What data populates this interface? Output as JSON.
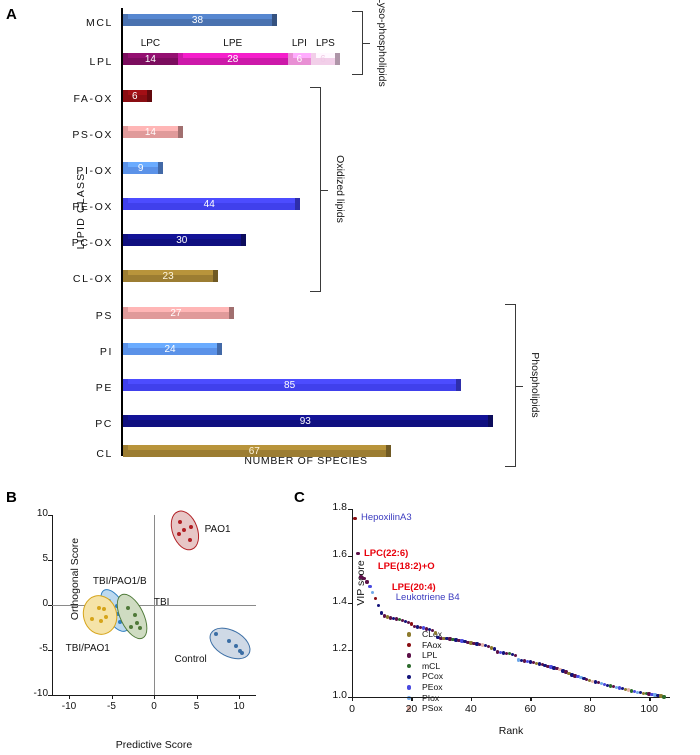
{
  "panels": {
    "a": {
      "letter": "A",
      "ylabel": "LIPID CLASS",
      "xlabel": "NUMBER OF SPECIES"
    },
    "b": {
      "letter": "B",
      "ylabel": "Orthogonal Score",
      "xlabel": "Predictive Score"
    },
    "c": {
      "letter": "C",
      "ylabel": "VIP score",
      "xlabel": "Rank"
    }
  },
  "chart_data": [
    {
      "type": "bar",
      "panel": "A",
      "orientation": "horizontal",
      "title": "",
      "xlabel": "NUMBER OF SPECIES",
      "ylabel": "LIPID CLASS",
      "xlim": [
        0,
        100
      ],
      "grid": false,
      "categories": [
        "MCL",
        "LPL",
        "FA-OX",
        "PS-OX",
        "PI-OX",
        "PE-OX",
        "PC-OX",
        "CL-OX",
        "PS",
        "PI",
        "PE",
        "PC",
        "CL"
      ],
      "values": [
        38,
        54,
        6,
        14,
        9,
        44,
        30,
        23,
        27,
        24,
        85,
        93,
        67
      ],
      "bars": [
        {
          "label": "MCL",
          "value": 38,
          "color": "#4a72b0"
        },
        {
          "label": "LPL",
          "value": 54,
          "stacked": true,
          "segments": [
            {
              "label": "LPC",
              "value": 14,
              "color": "#7b0d5e"
            },
            {
              "label": "LPE",
              "value": 28,
              "color": "#cc19a9"
            },
            {
              "label": "LPI",
              "value": 6,
              "color": "#e88fd4"
            },
            {
              "label": "LPS",
              "value": 6,
              "color": "#f2cfe9"
            }
          ]
        },
        {
          "label": "FA-OX",
          "value": 6,
          "color": "#8a0d12"
        },
        {
          "label": "PS-OX",
          "value": 14,
          "color": "#e09a9a"
        },
        {
          "label": "PI-OX",
          "value": 9,
          "color": "#5b92e8"
        },
        {
          "label": "PE-OX",
          "value": 44,
          "color": "#4040ec"
        },
        {
          "label": "PC-OX",
          "value": 30,
          "color": "#101080"
        },
        {
          "label": "CL-OX",
          "value": 23,
          "color": "#9c7d32"
        },
        {
          "label": "PS",
          "value": 27,
          "color": "#e09a9a"
        },
        {
          "label": "PI",
          "value": 24,
          "color": "#5b92e8"
        },
        {
          "label": "PE",
          "value": 85,
          "color": "#4040ec"
        },
        {
          "label": "PC",
          "value": 93,
          "color": "#101080"
        },
        {
          "label": "CL",
          "value": 67,
          "color": "#9c7d32"
        }
      ],
      "brackets": [
        {
          "label": "Lyso-phospholipids",
          "from": "MCL",
          "to": "LPL"
        },
        {
          "label": "Oxidized lipids",
          "from": "FA-OX",
          "to": "CL-OX"
        },
        {
          "label": "Phospholipids",
          "from": "PS",
          "to": "CL"
        }
      ]
    },
    {
      "type": "scatter",
      "panel": "B",
      "title": "",
      "xlabel": "Predictive Score",
      "ylabel": "Orthogonal Score",
      "xlim": [
        -12,
        12
      ],
      "ylim": [
        -10,
        10
      ],
      "xticks": [
        -10,
        -5,
        0,
        5,
        10
      ],
      "yticks": [
        -10,
        -5,
        0,
        5,
        10
      ],
      "grid": false,
      "legend_position": "inline-annotations",
      "groups": [
        {
          "name": "PAO1",
          "color": "#b11f24",
          "fill": "#e7c6c6",
          "ellipse": {
            "cx": 3.6,
            "cy": 8.3,
            "rx": 1.5,
            "ry": 2.3,
            "angle": -20
          },
          "points": [
            [
              3.1,
              9.2
            ],
            [
              4.3,
              8.7
            ],
            [
              2.9,
              7.9
            ],
            [
              4.2,
              7.2
            ],
            [
              3.5,
              8.3
            ]
          ]
        },
        {
          "name": "TBI/PAO1/B",
          "color": "#2e7fc1",
          "fill": "#bcd9ef",
          "ellipse": {
            "cx": -4.6,
            "cy": -0.6,
            "rx": 1.3,
            "ry": 2.6,
            "angle": -28
          },
          "points": [
            [
              -5.3,
              0.4
            ],
            [
              -4.4,
              -0.1
            ],
            [
              -4.2,
              -1.0
            ],
            [
              -4.6,
              -1.5
            ],
            [
              -4.0,
              -1.9
            ]
          ]
        },
        {
          "name": "TBI",
          "color": "#4f7a39",
          "fill": "#cfdcc2",
          "ellipse": {
            "cx": -2.6,
            "cy": -1.3,
            "rx": 1.4,
            "ry": 2.7,
            "angle": -26
          },
          "points": [
            [
              -3.1,
              -0.3
            ],
            [
              -2.2,
              -1.1
            ],
            [
              -2.0,
              -2.0
            ],
            [
              -2.7,
              -2.4
            ],
            [
              -1.7,
              -2.6
            ]
          ]
        },
        {
          "name": "TBI/PAO1",
          "color": "#d6a41a",
          "fill": "#f5e3a8",
          "ellipse": {
            "cx": -6.4,
            "cy": -1.1,
            "rx": 2.0,
            "ry": 2.2,
            "angle": -15
          },
          "points": [
            [
              -7.3,
              -1.5
            ],
            [
              -6.5,
              -0.3
            ],
            [
              -5.9,
              -0.4
            ],
            [
              -6.2,
              -1.8
            ],
            [
              -5.7,
              -1.3
            ]
          ]
        },
        {
          "name": "Control",
          "color": "#3b6ea5",
          "fill": "#cfd9e6",
          "ellipse": {
            "cx": 9.0,
            "cy": -4.3,
            "rx": 2.6,
            "ry": 1.5,
            "angle": 28
          },
          "points": [
            [
              7.3,
              -3.2
            ],
            [
              8.8,
              -4.0
            ],
            [
              9.6,
              -4.5
            ],
            [
              10.1,
              -5.1
            ],
            [
              10.3,
              -5.3
            ]
          ]
        }
      ]
    },
    {
      "type": "scatter",
      "panel": "C",
      "title": "",
      "xlabel": "Rank",
      "ylabel": "VIP score",
      "xlim": [
        0,
        107
      ],
      "ylim": [
        1.0,
        1.8
      ],
      "xticks": [
        0,
        20,
        40,
        60,
        80,
        100
      ],
      "yticks": [
        "1.0",
        "1.2",
        "1.4",
        "1.6",
        "1.8"
      ],
      "grid": false,
      "legend_position": "inner-left",
      "legend": [
        {
          "name": "CLox",
          "color": "#8d7b2e"
        },
        {
          "name": "FAox",
          "color": "#8a0d12"
        },
        {
          "name": "LPL",
          "color": "#5c1048"
        },
        {
          "name": "mCL",
          "color": "#2d6b2d"
        },
        {
          "name": "PCox",
          "color": "#14147a"
        },
        {
          "name": "PEox",
          "color": "#4a4ae0"
        },
        {
          "name": "PIox",
          "color": "#6fa8e8"
        },
        {
          "name": "PSox",
          "color": "#e6b3a8"
        }
      ],
      "annotations": [
        {
          "text": "HepoxilinA3",
          "rank": 1,
          "vip": 1.76,
          "color": "#3b3bbf",
          "style": "blue"
        },
        {
          "text": "LPC(22:6)",
          "rank": 2,
          "vip": 1.61,
          "color": "#e8000b",
          "style": "red"
        },
        {
          "text": "LPE(18:2)+O",
          "rank": 4,
          "vip": 1.51,
          "color": "#e8000b",
          "style": "red"
        },
        {
          "text": "LPE(20:4)",
          "rank": 6,
          "vip": 1.47,
          "color": "#e8000b",
          "style": "red"
        },
        {
          "text": "Leukotriene B4",
          "rank": 8,
          "vip": 1.42,
          "color": "#3b3bbf",
          "style": "blue"
        }
      ],
      "x": [
        1,
        2,
        3,
        4,
        5,
        6,
        7,
        8,
        9,
        10,
        11,
        12,
        13,
        14,
        15,
        16,
        17,
        18,
        19,
        20,
        21,
        22,
        23,
        24,
        25,
        26,
        27,
        28,
        29,
        30,
        31,
        32,
        33,
        34,
        35,
        36,
        37,
        38,
        39,
        40,
        41,
        42,
        43,
        44,
        45,
        46,
        47,
        48,
        49,
        50,
        51,
        52,
        53,
        54,
        55,
        56,
        57,
        58,
        59,
        60,
        61,
        62,
        63,
        64,
        65,
        66,
        67,
        68,
        69,
        70,
        71,
        72,
        73,
        74,
        75,
        76,
        77,
        78,
        79,
        80,
        81,
        82,
        83,
        84,
        85,
        86,
        87,
        88,
        89,
        90,
        91,
        92,
        93,
        94,
        95,
        96,
        97,
        98,
        99,
        100,
        101,
        102,
        103,
        104,
        105
      ],
      "y": [
        1.76,
        1.61,
        1.51,
        1.505,
        1.49,
        1.47,
        1.445,
        1.418,
        1.39,
        1.358,
        1.345,
        1.34,
        1.336,
        1.334,
        1.332,
        1.33,
        1.326,
        1.322,
        1.316,
        1.31,
        1.3,
        1.298,
        1.296,
        1.293,
        1.29,
        1.286,
        1.282,
        1.272,
        1.252,
        1.25,
        1.249,
        1.248,
        1.247,
        1.245,
        1.243,
        1.24,
        1.238,
        1.235,
        1.232,
        1.23,
        1.228,
        1.226,
        1.224,
        1.222,
        1.219,
        1.214,
        1.209,
        1.204,
        1.192,
        1.19,
        1.188,
        1.186,
        1.184,
        1.181,
        1.176,
        1.158,
        1.156,
        1.154,
        1.152,
        1.149,
        1.146,
        1.143,
        1.14,
        1.137,
        1.134,
        1.131,
        1.128,
        1.124,
        1.12,
        1.116,
        1.111,
        1.106,
        1.1,
        1.094,
        1.09,
        1.086,
        1.082,
        1.078,
        1.074,
        1.07,
        1.066,
        1.064,
        1.062,
        1.058,
        1.054,
        1.05,
        1.047,
        1.044,
        1.041,
        1.038,
        1.035,
        1.032,
        1.029,
        1.026,
        1.023,
        1.02,
        1.018,
        1.016,
        1.014,
        1.012,
        1.01,
        1.008,
        1.006,
        1.004,
        1.0
      ],
      "point_colors": [
        "#8a0d12",
        "#5c1048",
        "#5c1048",
        "#5c1048",
        "#5c1048",
        "#4a4ae0",
        "#6fa8e8",
        "#8a0d12",
        "#14147a",
        "#14147a",
        "#5c1048",
        "#8d7b2e",
        "#5c1048",
        "#14147a",
        "#5c1048",
        "#2d6b2d",
        "#5c1048",
        "#14147a",
        "#5c1048",
        "#8a0d12",
        "#5c1048",
        "#14147a",
        "#5c1048",
        "#4a4ae0",
        "#5c1048",
        "#14147a",
        "#5c1048",
        "#8d7b2e",
        "#14147a",
        "#5c1048",
        "#8d7b2e",
        "#14147a",
        "#5c1048",
        "#2d6b2d",
        "#14147a",
        "#5c1048",
        "#4a4ae0",
        "#14147a",
        "#5c1048",
        "#8d7b2e",
        "#5c1048",
        "#14147a",
        "#5c1048",
        "#e6b3a8",
        "#14147a",
        "#5c1048",
        "#8d7b2e",
        "#14147a",
        "#5c1048",
        "#4a4ae0",
        "#14147a",
        "#5c1048",
        "#2d6b2d",
        "#14147a",
        "#5c1048",
        "#6fa8e8",
        "#14147a",
        "#5c1048",
        "#4a4ae0",
        "#14147a",
        "#5c1048",
        "#8d7b2e",
        "#14147a",
        "#5c1048",
        "#14147a",
        "#5c1048",
        "#4a4ae0",
        "#14147a",
        "#5c1048",
        "#e6b3a8",
        "#14147a",
        "#5c1048",
        "#8d7b2e",
        "#14147a",
        "#5c1048",
        "#4a4ae0",
        "#6fa8e8",
        "#14147a",
        "#5c1048",
        "#8d7b2e",
        "#e6b3a8",
        "#14147a",
        "#5c1048",
        "#6fa8e8",
        "#4a4ae0",
        "#14147a",
        "#2d6b2d",
        "#5c1048",
        "#6fa8e8",
        "#4a4ae0",
        "#14147a",
        "#8d7b2e",
        "#e6b3a8",
        "#2d6b2d",
        "#4a4ae0",
        "#6fa8e8",
        "#14147a",
        "#8d7b2e",
        "#2d6b2d",
        "#5c1048",
        "#4a4ae0",
        "#6fa8e8",
        "#14147a",
        "#8d7b2e",
        "#2d6b2d"
      ]
    }
  ]
}
